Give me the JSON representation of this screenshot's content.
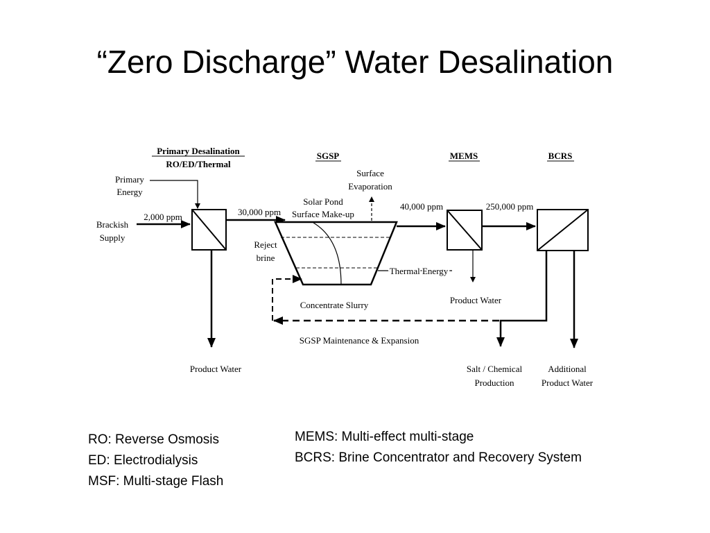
{
  "slide": {
    "title": "“Zero Discharge” Water Desalination"
  },
  "diagram": {
    "headers": {
      "primary_line1": "Primary Desalination",
      "primary_line2": "RO/ED/Thermal",
      "sgsp": "SGSP",
      "mems": "MEMS",
      "bcrs": "BCRS"
    },
    "labels": {
      "primary_energy_1": "Primary",
      "primary_energy_2": "Energy",
      "brackish_1": "Brackish",
      "brackish_2": "Supply",
      "ppm_2000": "2,000 ppm",
      "ppm_30000": "30,000 ppm",
      "ppm_40000": "40,000 ppm",
      "ppm_250000": "250,000 ppm",
      "surface_evap_1": "Surface",
      "surface_evap_2": "Evaporation",
      "solar_pond_1": "Solar Pond",
      "solar_pond_2": "Surface Make-up",
      "reject_1": "Reject",
      "reject_2": "brine",
      "thermal_energy": "Thermal Energy",
      "concentrate_slurry": "Concentrate Slurry",
      "product_water_mems": "Product Water",
      "maintenance": "SGSP Maintenance & Expansion",
      "product_water_primary": "Product Water",
      "salt_1": "Salt / Chemical",
      "salt_2": "Production",
      "additional_1": "Additional",
      "additional_2": "Product Water"
    }
  },
  "notes": {
    "left": [
      "RO: Reverse Osmosis",
      "ED: Electrodialysis",
      "MSF: Multi-stage Flash"
    ],
    "right": [
      "MEMS: Multi-effect multi-stage",
      "BCRS: Brine Concentrator and Recovery System"
    ]
  }
}
